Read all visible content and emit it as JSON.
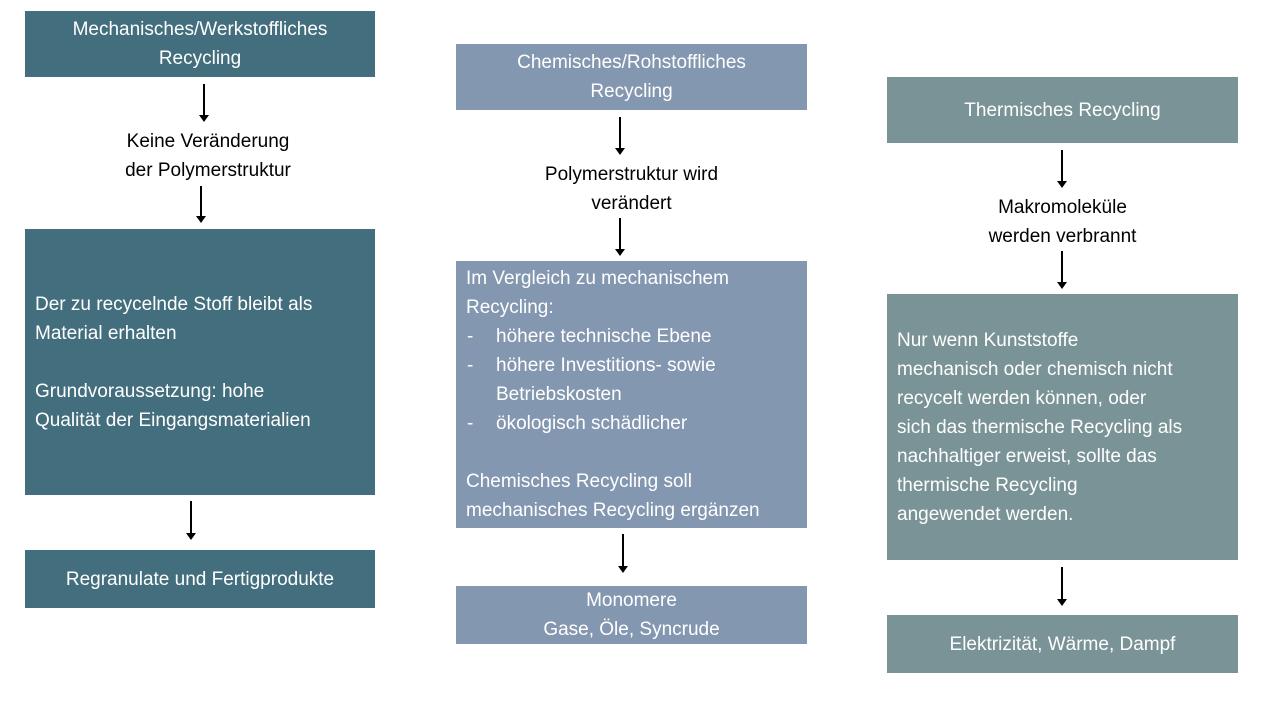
{
  "colors": {
    "col1": "#436e7d",
    "col2": "#8497b0",
    "col3": "#7a9397"
  },
  "columns": [
    {
      "heading": [
        "Mechanisches/Werkstoffliches",
        "Recycling"
      ],
      "step": [
        "Keine Veränderung",
        "der Polymerstruktur"
      ],
      "details": {
        "p1": [
          "Der zu recycelnde Stoff bleibt als",
          "Material erhalten"
        ],
        "p2": [
          "Grundvoraussetzung: hohe",
          "Qualität der Eingangsmaterialien"
        ]
      },
      "output": [
        "Regranulate und Fertigprodukte"
      ]
    },
    {
      "heading": [
        "Chemisches/Rohstoffliches",
        "Recycling"
      ],
      "step": [
        "Polymerstruktur wird",
        "verändert"
      ],
      "details": {
        "intro": [
          "Im Vergleich zu mechanischem",
          "Recycling:"
        ],
        "bullets": [
          "höhere technische Ebene",
          "höhere Investitions- sowie Betriebskosten",
          "ökologisch schädlicher"
        ],
        "p2": [
          "Chemisches Recycling soll",
          "mechanisches Recycling ergänzen"
        ]
      },
      "output": [
        "Monomere",
        "Gase, Öle, Syncrude"
      ]
    },
    {
      "heading": [
        "Thermisches Recycling"
      ],
      "step": [
        "Makromoleküle",
        "werden verbrannt"
      ],
      "details": {
        "p1": [
          "Nur wenn Kunststoffe",
          "mechanisch oder chemisch nicht",
          "recycelt werden können, oder",
          "sich das thermische Recycling als",
          "nachhaltiger erweist, sollte das",
          "thermische Recycling",
          "angewendet werden."
        ]
      },
      "output": [
        "Elektrizität, Wärme, Dampf"
      ]
    }
  ]
}
